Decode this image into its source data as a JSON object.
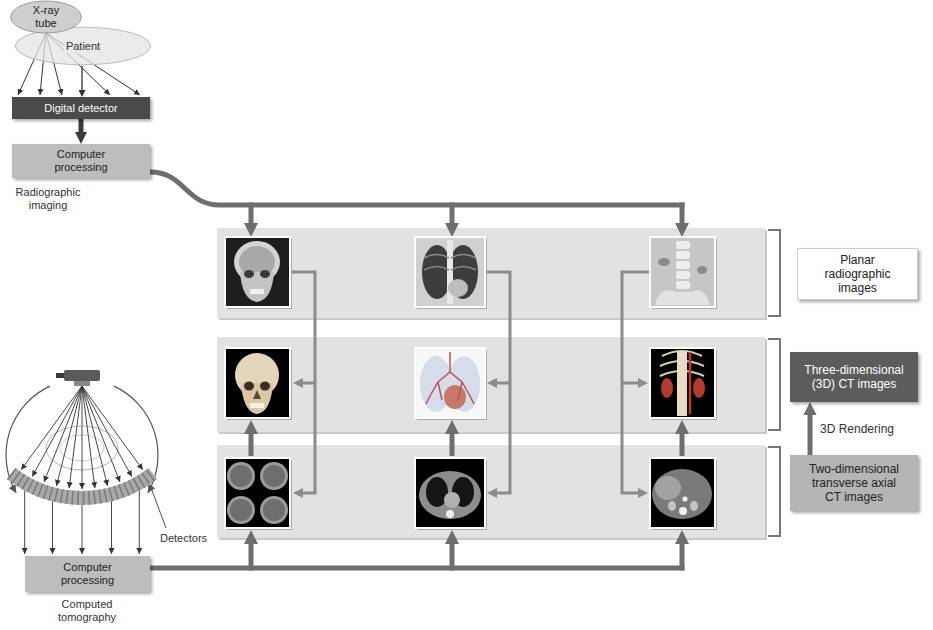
{
  "diagram": {
    "nodes": [
      {
        "text": [
          "X-ray tube"
        ]
      },
      {
        "text": [
          "Patient"
        ]
      },
      {
        "text": [
          "Digital detector"
        ]
      },
      {
        "text": [
          "Computer processing"
        ]
      },
      {
        "text": [
          "Planar radiographic images"
        ]
      },
      {
        "text": [
          "Three-dimensional (3D) CT images"
        ]
      },
      {
        "text": [
          "Two-dimensional transverse axial CT images"
        ]
      },
      {
        "text": [
          "Computer processing"
        ]
      }
    ],
    "edges": [
      {
        "from": 1,
        "to": 2,
        "arrow": "to"
      },
      {
        "from": 2,
        "to": 3,
        "arrow": "to"
      },
      {
        "from": 6,
        "to": 5,
        "label": "3D Rendering",
        "arrow": "to"
      }
    ],
    "labels": [
      "Radiographic imaging",
      "Detectors",
      "Computed tomography"
    ]
  }
}
